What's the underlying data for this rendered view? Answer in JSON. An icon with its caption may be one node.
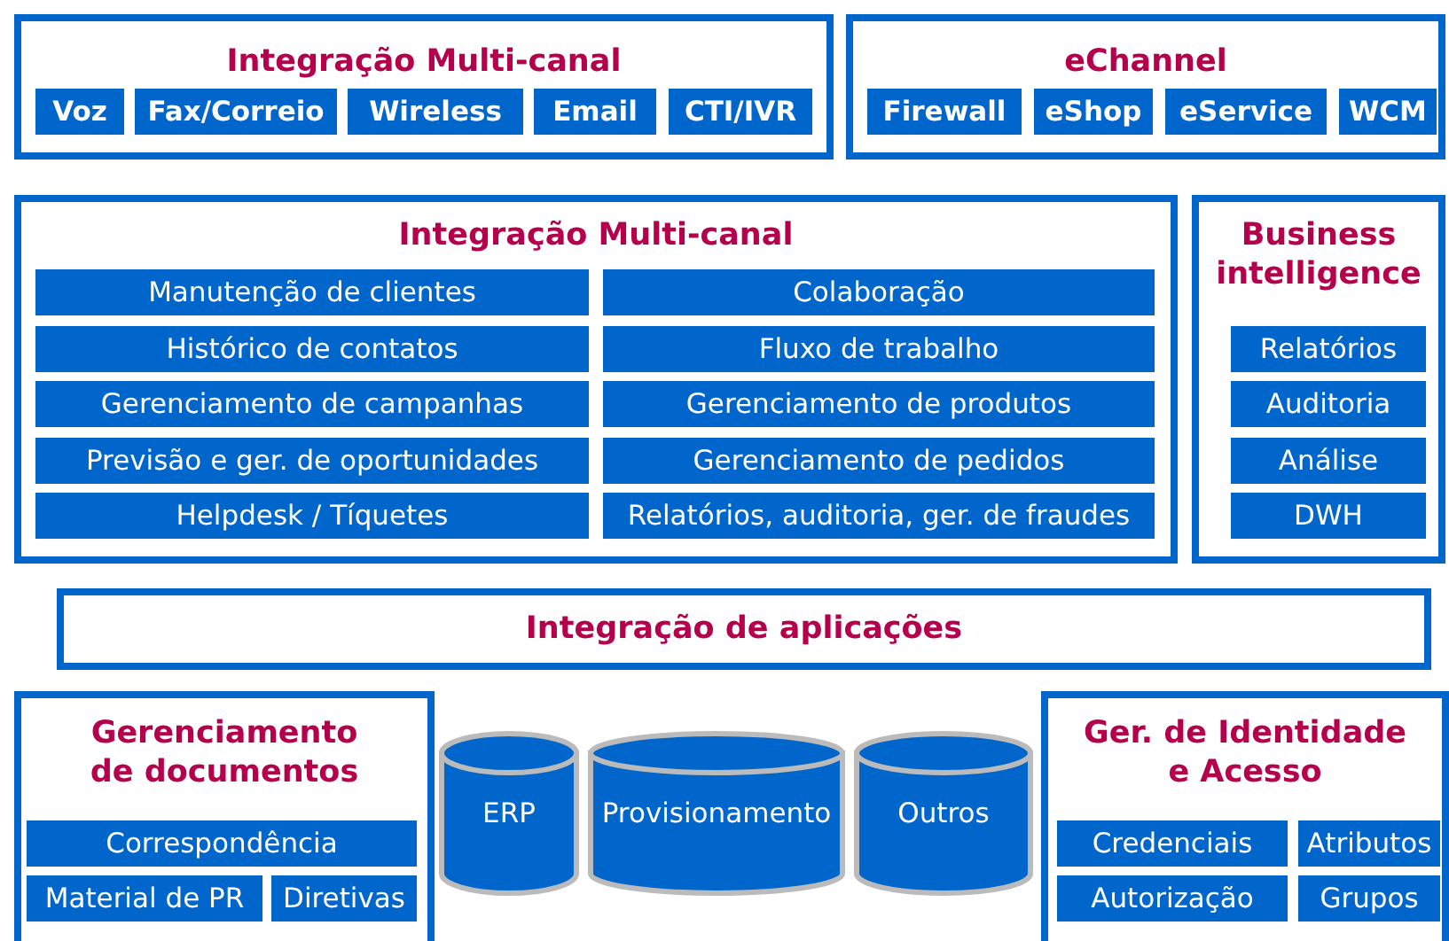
{
  "diagram": {
    "nodes": [
      {
        "text": [
          "Integração Multi-canal"
        ]
      },
      {
        "text": [
          "Voz"
        ],
        "in": 0
      },
      {
        "text": [
          "Fax/Correio"
        ],
        "in": 0
      },
      {
        "text": [
          "Wireless"
        ],
        "in": 0
      },
      {
        "text": [
          "Email"
        ],
        "in": 0
      },
      {
        "text": [
          "CTI/IVR"
        ],
        "in": 0
      },
      {
        "text": [
          "eChannel"
        ]
      },
      {
        "text": [
          "Firewall"
        ],
        "in": 6
      },
      {
        "text": [
          "eShop"
        ],
        "in": 6
      },
      {
        "text": [
          "eService"
        ],
        "in": 6
      },
      {
        "text": [
          "WCM"
        ],
        "in": 6
      },
      {
        "text": [
          "Integração Multi-canal"
        ]
      },
      {
        "text": [
          "Manutenção de clientes"
        ],
        "in": 11
      },
      {
        "text": [
          "Colaboração"
        ],
        "in": 11
      },
      {
        "text": [
          "Histórico de contatos"
        ],
        "in": 11
      },
      {
        "text": [
          "Fluxo de trabalho"
        ],
        "in": 11
      },
      {
        "text": [
          "Gerenciamento de campanhas"
        ],
        "in": 11
      },
      {
        "text": [
          "Gerenciamento de produtos"
        ],
        "in": 11
      },
      {
        "text": [
          "Previsão e ger. de oportunidades"
        ],
        "in": 11
      },
      {
        "text": [
          "Gerenciamento de pedidos"
        ],
        "in": 11
      },
      {
        "text": [
          "Helpdesk / Tíquetes"
        ],
        "in": 11
      },
      {
        "text": [
          "Relatórios, auditoria, ger. de fraudes"
        ],
        "in": 11
      },
      {
        "text": [
          "Business intelligence"
        ]
      },
      {
        "text": [
          "Relatórios"
        ],
        "in": 22
      },
      {
        "text": [
          "Auditoria"
        ],
        "in": 22
      },
      {
        "text": [
          "Análise"
        ],
        "in": 22
      },
      {
        "text": [
          "DWH"
        ],
        "in": 22
      },
      {
        "text": [
          "Integração de aplicações"
        ]
      },
      {
        "text": [
          "Gerenciamento de documentos"
        ]
      },
      {
        "text": [
          "Correspondência"
        ],
        "in": 28
      },
      {
        "text": [
          "Material de PR"
        ],
        "in": 28
      },
      {
        "text": [
          "Diretivas"
        ],
        "in": 28
      },
      {
        "text": [
          "ERP"
        ]
      },
      {
        "text": [
          "Provisionamento"
        ]
      },
      {
        "text": [
          "Outros"
        ]
      },
      {
        "text": [
          "Ger. de Identidade e Acesso"
        ]
      },
      {
        "text": [
          "Credenciais"
        ],
        "in": 35
      },
      {
        "text": [
          "Atributos"
        ],
        "in": 35
      },
      {
        "text": [
          "Autorização"
        ],
        "in": 35
      },
      {
        "text": [
          "Grupos"
        ],
        "in": 35
      }
    ]
  }
}
